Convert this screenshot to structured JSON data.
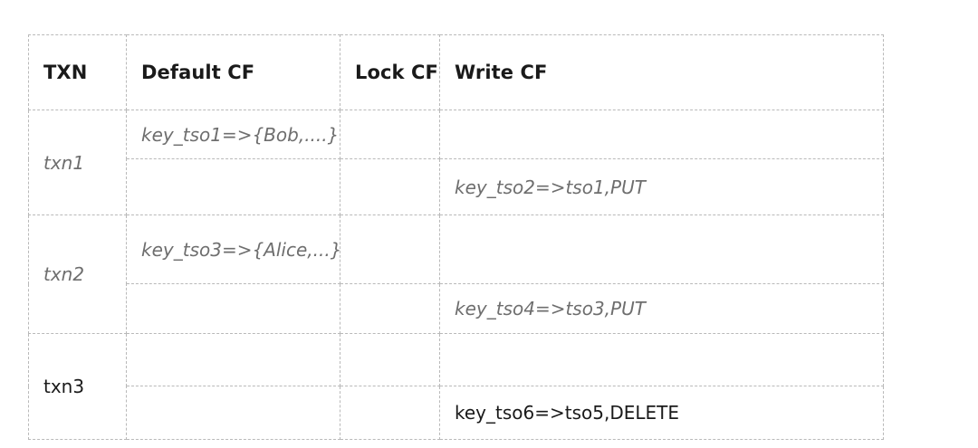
{
  "table": {
    "columns": [
      {
        "key": "txn",
        "label": "TXN"
      },
      {
        "key": "def",
        "label": "Default CF"
      },
      {
        "key": "lock",
        "label": "Lock CF"
      },
      {
        "key": "write",
        "label": "Write  CF"
      }
    ],
    "colors": {
      "muted_text": "#6e6e6e",
      "strong_text": "#1a1a1a",
      "grid_line": "#b9b9b9",
      "background": "#ffffff"
    },
    "transactions": [
      {
        "name": "txn1",
        "style": "italic-grey",
        "rows": [
          {
            "default_cf": "key_tso1=>{Bob,....}",
            "lock_cf": "",
            "write_cf": ""
          },
          {
            "default_cf": "",
            "lock_cf": "",
            "write_cf": "key_tso2=>tso1,PUT"
          }
        ]
      },
      {
        "name": "txn2",
        "style": "italic-grey",
        "rows": [
          {
            "default_cf": "key_tso3=>{Alice,...}",
            "lock_cf": "",
            "write_cf": ""
          },
          {
            "default_cf": "",
            "lock_cf": "",
            "write_cf": "key_tso4=>tso3,PUT"
          }
        ]
      },
      {
        "name": "txn3",
        "style": "plain-black",
        "rows": [
          {
            "default_cf": "",
            "lock_cf": "",
            "write_cf": ""
          },
          {
            "default_cf": "",
            "lock_cf": "",
            "write_cf": "key_tso6=>tso5,DELETE"
          }
        ]
      }
    ]
  }
}
